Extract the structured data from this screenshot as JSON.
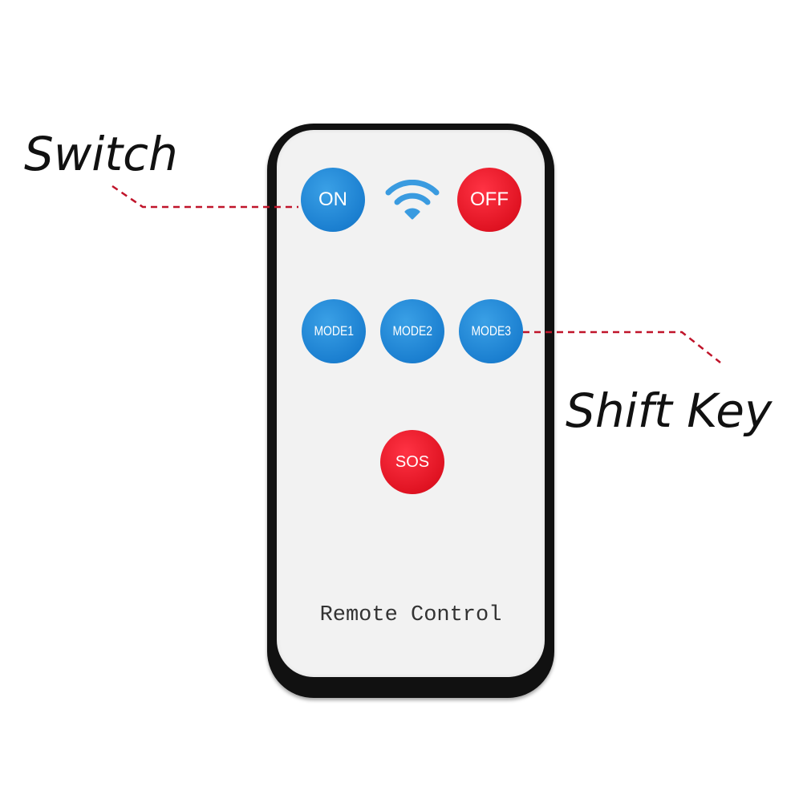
{
  "callouts": {
    "switch": "Switch",
    "shift_key": "Shift Key"
  },
  "buttons": {
    "on": "ON",
    "off": "OFF",
    "mode1": "MODE1",
    "mode2": "MODE2",
    "mode3": "MODE3",
    "sos": "SOS"
  },
  "remote": {
    "label": "Remote Control"
  },
  "icons": {
    "signal": "wifi-signal-icon"
  },
  "colors": {
    "blue_button": "#1b7fd0",
    "red_button": "#e01322",
    "leader_line": "#c0142a",
    "remote_shell": "#111111",
    "remote_face": "#f2f2f2"
  }
}
